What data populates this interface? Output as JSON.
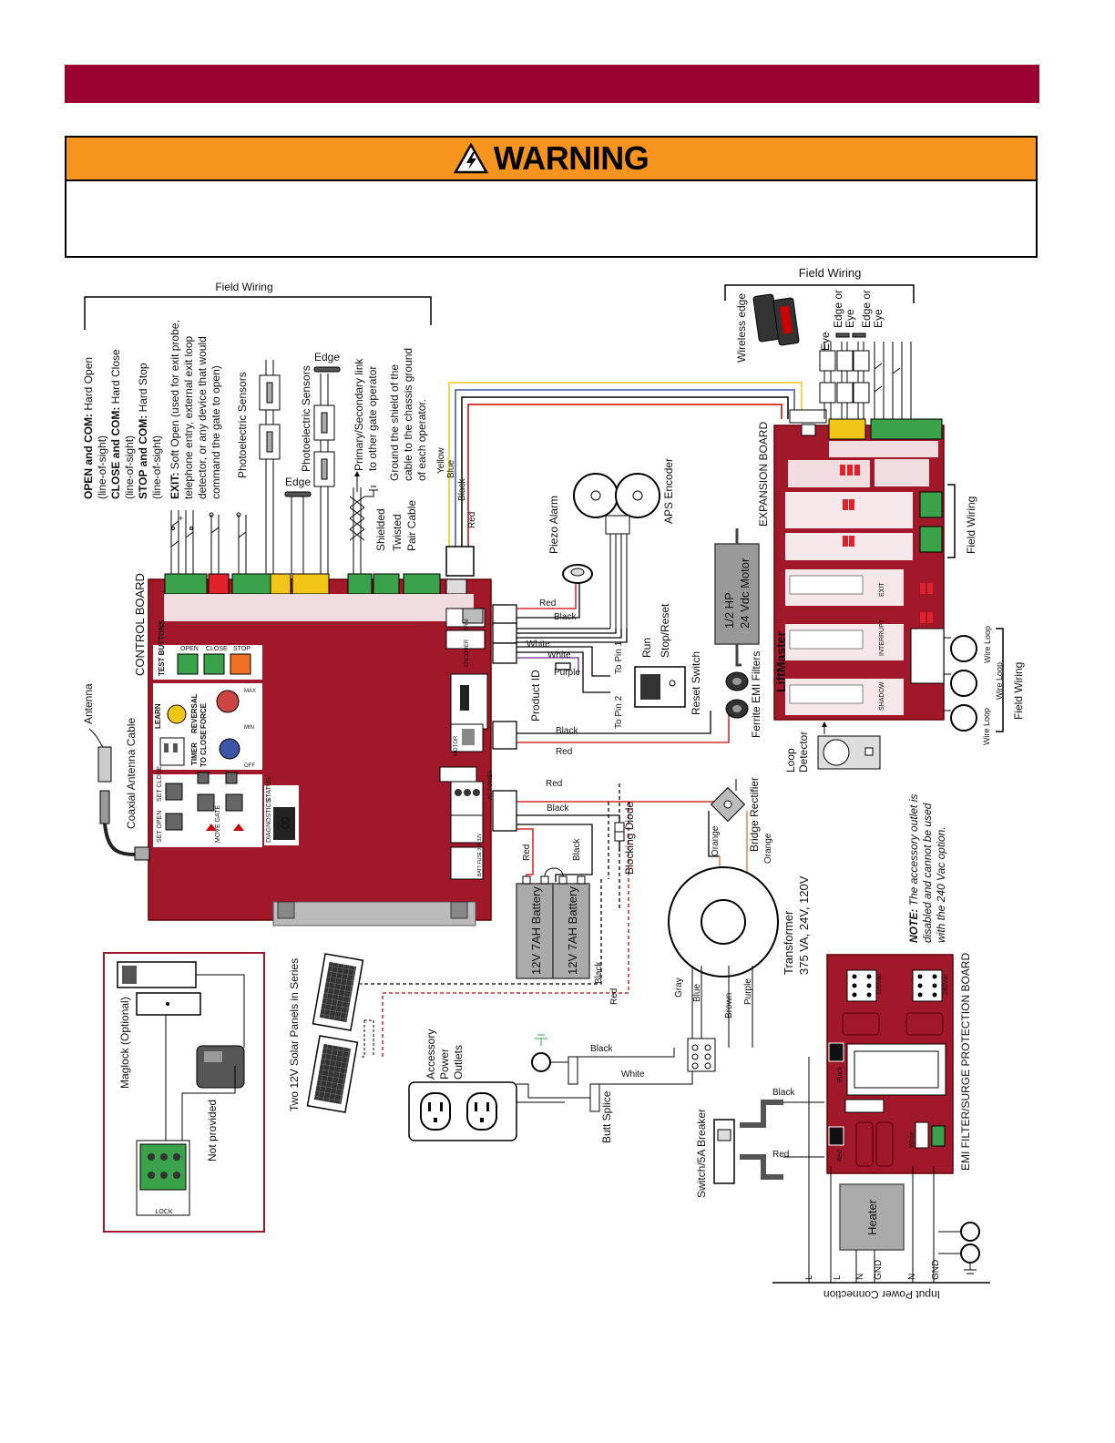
{
  "warning": {
    "title": "WARNING",
    "icon": "electric-shock-triangle-icon"
  },
  "colors": {
    "title_bar": "#9a0030",
    "warning_header": "#f7941d",
    "board_red": "#a0182a",
    "terminal_green": "#3aa24a",
    "terminal_yellow": "#f2c617",
    "terminal_red": "#e0222a"
  },
  "labels": {
    "field_wiring_left": "Field Wiring",
    "field_wiring_top": "Field Wiring",
    "field_wiring_right1": "Field Wiring",
    "field_wiring_right2": "Field Wiring",
    "open_com_bold": "OPEN and COM:",
    "open_com_rest": " Hard Open",
    "los1": "(line-of-sight)",
    "close_com_bold": "CLOSE and COM:",
    "close_com_rest": " Hard Close",
    "los2": "(line-of-sight)",
    "stop_com_bold": "STOP and COM:",
    "stop_com_rest": " Hard Stop",
    "los3": "(line-of-sight)",
    "exit_bold": "EXIT:",
    "exit_rest": " Soft Open (used for exit probe,",
    "exit_line2": "telephone entry, external exit loop",
    "exit_line3": "detector, or any device that would",
    "exit_line4": "command the gate to open)",
    "photo_sensors": "Photoelectric Sensors",
    "photo_sensors2": "Photoelectric Sensors",
    "edge1": "Edge",
    "edge2": "Edge",
    "primary_link1": "Primary/Secondary link",
    "primary_link2": "to other gate operator",
    "ground_shield1": "Ground the shield of the",
    "ground_shield2": "cable to the chassis ground",
    "ground_shield3": "of each operator.",
    "shielded1": "Shielded",
    "shielded2": "Twisted",
    "shielded3": "Pair Cable",
    "control_board": "CONTROL BOARD",
    "antenna": "Antenna",
    "coax": "Coaxial Antenna Cable",
    "yellow": "Yellow",
    "blue": "Blue",
    "black": "Black",
    "red": "Red",
    "piezo": "Piezo Alarm",
    "aps": "APS Encoder",
    "motor1": "1/2 HP",
    "motor2": "24 Vdc Motor",
    "expansion_board": "EXPANSION BOARD",
    "wireless_edge": "Wireless edge",
    "edge_or_eye1": "Edge or",
    "eye1": "Eye",
    "edge_or_eye2": "Edge or",
    "eye2": "Eye",
    "eye3": "Eye",
    "run": "Run",
    "stop_reset": "Stop/Reset",
    "reset_switch": "Reset Switch",
    "product_id": "Product ID",
    "to_pin1": "To Pin 1",
    "to_pin2": "To Pin 2",
    "white": "White",
    "purple": "Purple",
    "ferrite": "Ferrite EMI Filters",
    "loop_detector1": "Loop",
    "loop_detector2": "Detector",
    "wire_loop1": "Wire Loop",
    "wire_loop2": "Wire Loop",
    "wire_loop3": "Wire Loop",
    "bridge_rectifier": "Bridge Rectifier",
    "blocking_diode": "Blocking Diode",
    "orange": "Orange",
    "battery1": "12V 7AH Battery",
    "battery2": "12V 7AH Battery",
    "transformer1": "Transformer",
    "transformer2": "375 VA, 24V, 120V",
    "note_bold": "NOTE:",
    "note1": " The accessory outlet is",
    "note2": "disabled and cannot be used",
    "note3": "with the 240 Vac option.",
    "emi_board": "EMI FILTER/SURGE PROTECTION BOARD",
    "maglock": "Maglock (Optional)",
    "not_provided": "Not provided",
    "solar": "Two 12V Solar Panels in Series",
    "accessory1": "Accessory",
    "accessory2": "Power",
    "accessory3": "Outlets",
    "butt_splice": "Butt Splice",
    "gray": "Gray",
    "brown": "Brown",
    "switch_breaker": "Switch/5A Breaker",
    "heater": "Heater",
    "input_power": "Input Power Connection",
    "v120": "120Vac",
    "v240": "240Vac",
    "term_L1": "L",
    "term_L2": "L",
    "term_N1": "N",
    "term_N2": "N",
    "term_GND1": "GND",
    "term_GND2": "GND",
    "liftmaster": "LiftMaster",
    "test_buttons": "TEST BUTTONS",
    "btn_open": "OPEN",
    "btn_close": "CLOSE",
    "btn_stop": "STOP",
    "learn": "LEARN",
    "reversal": "REVERSAL",
    "force": "FORCE",
    "timer": "TIMER",
    "to_close": "TO CLOSE",
    "set_open": "SET OPEN",
    "set_close": "SET CLOSE",
    "move_gate": "MOVE GATE",
    "diagnostics": "DIAGNOSTICS",
    "status": "STATUS:",
    "max": "MAX",
    "min": "MIN",
    "off": "OFF",
    "lock": "LOCK",
    "shadow": "SHADOW",
    "interrupt": "INTERRUPT",
    "exit_loop": "EXIT",
    "batt_fuse": "BATT FUSE 30A 32V",
    "ac_power": "AC POWER",
    "motor": "MOTOR",
    "alarm": "ALARM",
    "encoder": "ENCODER"
  }
}
